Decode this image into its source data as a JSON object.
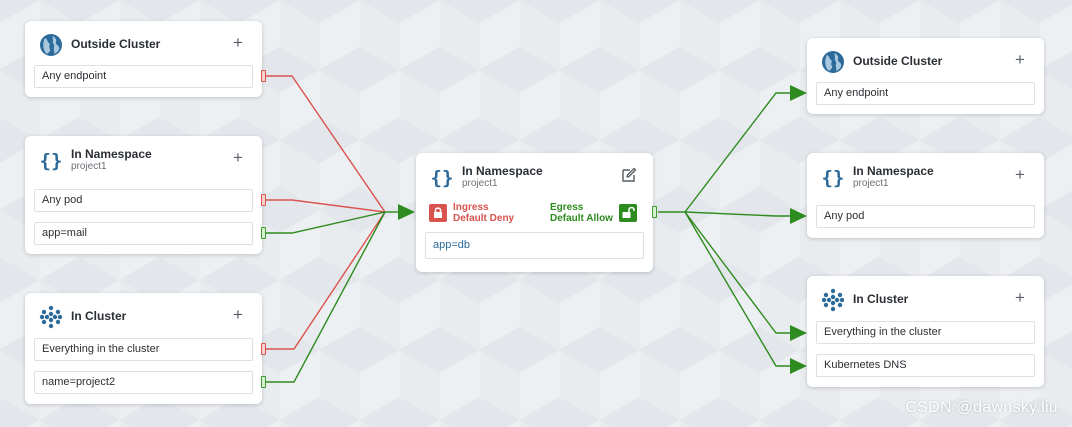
{
  "left_cards": [
    {
      "title": "Outside Cluster",
      "subtitle": "",
      "icon": "globe-icon",
      "items": [
        "Any endpoint"
      ]
    },
    {
      "title": "In Namespace",
      "subtitle": "project1",
      "icon": "braces-icon",
      "items": [
        "Any pod",
        "app=mail"
      ]
    },
    {
      "title": "In Cluster",
      "subtitle": "",
      "icon": "cluster-icon",
      "items": [
        "Everything in the cluster",
        "name=project2"
      ]
    }
  ],
  "center_card": {
    "title": "In Namespace",
    "subtitle": "project1",
    "icon": "braces-icon",
    "ingress_line1": "Ingress",
    "ingress_line2": "Default Deny",
    "egress_line1": "Egress",
    "egress_line2": "Default Allow",
    "selector": "app=db"
  },
  "right_cards": [
    {
      "title": "Outside Cluster",
      "subtitle": "",
      "icon": "globe-icon",
      "items": [
        "Any endpoint"
      ]
    },
    {
      "title": "In Namespace",
      "subtitle": "project1",
      "icon": "braces-icon",
      "items": [
        "Any pod"
      ]
    },
    {
      "title": "In Cluster",
      "subtitle": "",
      "icon": "cluster-icon",
      "items": [
        "Everything in the cluster",
        "Kubernetes DNS"
      ]
    }
  ],
  "plus_label": "+",
  "watermark": "CSDN @dawnsky.liu",
  "colors": {
    "deny": "#d9534f",
    "allow": "#2e8b1f",
    "text_blue": "#2c6a9a"
  }
}
